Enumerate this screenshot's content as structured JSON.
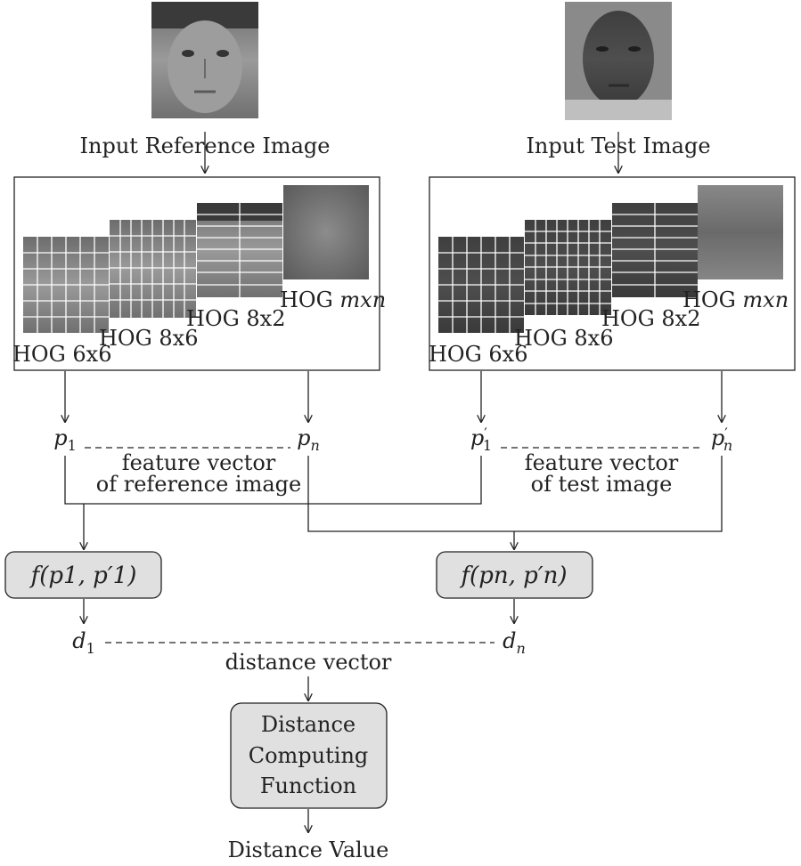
{
  "reference": {
    "caption": "Input Reference Image",
    "scales": [
      "HOG 6x6",
      "HOG 8x6",
      "HOG 8x2"
    ],
    "scale_last_prefix": "HOG ",
    "scale_last_var": "mxn"
  },
  "test": {
    "caption": "Input Test Image",
    "scales": [
      "HOG 6x6",
      "HOG 8x6",
      "HOG 8x2"
    ],
    "scale_last_prefix": "HOG ",
    "scale_last_var": "mxn"
  },
  "features": {
    "ref_p1": "p",
    "ref_p1_sub": "1",
    "ref_pn": "p",
    "ref_pn_sub": "n",
    "test_p1": "p",
    "test_p1_sub": "1",
    "test_p1_prime": "′",
    "test_pn": "p",
    "test_pn_sub": "n",
    "test_pn_prime": "′",
    "ref_vector_line1": "feature vector",
    "ref_vector_line2": "of reference image",
    "test_vector_line1": "feature vector",
    "test_vector_line2": "of test image"
  },
  "functions": {
    "f1": "f(p1, p′1)",
    "fn": "f(pn, p′n)"
  },
  "distances": {
    "d1": "d",
    "d1_sub": "1",
    "dn": "d",
    "dn_sub": "n",
    "vector_label": "distance vector"
  },
  "compute_box": {
    "line1": "Distance",
    "line2": "Computing",
    "line3": "Function"
  },
  "output": "Distance Value",
  "colors": {
    "line": "#222222",
    "box_fill": "#e0e0e0",
    "grid": "#ffffff"
  }
}
